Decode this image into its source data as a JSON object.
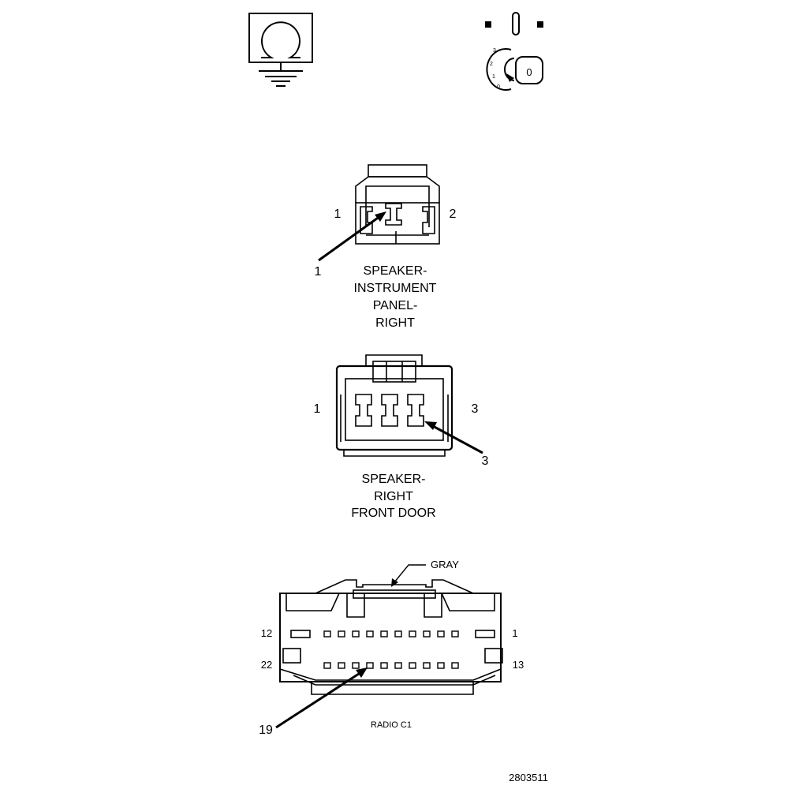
{
  "symbols": {
    "ground_symbol": "ground-speaker-icon",
    "ignition_symbol": "ignition-key-icon",
    "ignition_positions": [
      "3",
      "2",
      "1",
      "0"
    ],
    "key_label": "0"
  },
  "connectors": [
    {
      "id": "speaker-ip-right",
      "title_lines": [
        "SPEAKER-",
        "INSTRUMENT",
        "PANEL-",
        "RIGHT"
      ],
      "pin_left": "1",
      "pin_right": "2",
      "callout": "1"
    },
    {
      "id": "speaker-rf-door",
      "title_lines": [
        "SPEAKER-",
        "RIGHT",
        "FRONT DOOR"
      ],
      "pin_left": "1",
      "pin_right": "3",
      "callout": "3"
    },
    {
      "id": "radio-c1",
      "title": "RADIO C1",
      "color_label": "GRAY",
      "top_row_left": "12",
      "top_row_right": "1",
      "bottom_row_left": "22",
      "bottom_row_right": "13",
      "callout": "19"
    }
  ],
  "figure_number": "2803511"
}
